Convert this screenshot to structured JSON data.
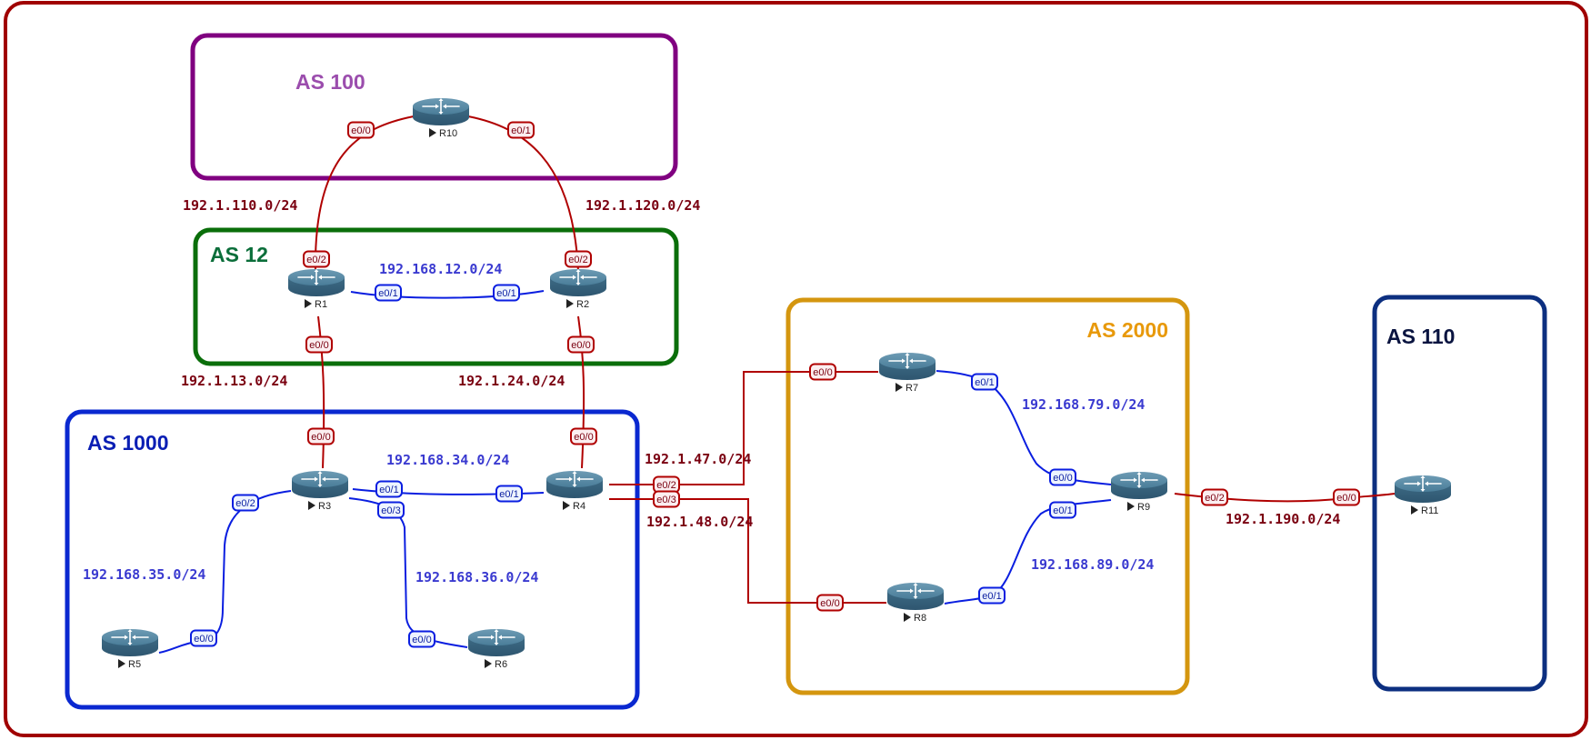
{
  "diagram": {
    "autonomous_systems": [
      {
        "id": "as100",
        "label": "AS 100",
        "color": "#800080",
        "text_color": "#9b4dad"
      },
      {
        "id": "as12",
        "label": "AS 12",
        "color": "#0a6e0a",
        "text_color": "#0b6e3a"
      },
      {
        "id": "as1000",
        "label": "AS 1000",
        "color": "#0a28d0",
        "text_color": "#0a1eb4"
      },
      {
        "id": "as2000",
        "label": "AS 2000",
        "color": "#d4960f",
        "text_color": "#e8990a"
      },
      {
        "id": "as110",
        "label": "AS 110",
        "color": "#0c2f80",
        "text_color": "#0a1440"
      }
    ],
    "outer_border_color": "#a00000",
    "routers": [
      {
        "id": "R10",
        "label": "R10"
      },
      {
        "id": "R1",
        "label": "R1"
      },
      {
        "id": "R2",
        "label": "R2"
      },
      {
        "id": "R3",
        "label": "R3"
      },
      {
        "id": "R4",
        "label": "R4"
      },
      {
        "id": "R5",
        "label": "R5"
      },
      {
        "id": "R6",
        "label": "R6"
      },
      {
        "id": "R7",
        "label": "R7"
      },
      {
        "id": "R8",
        "label": "R8"
      },
      {
        "id": "R9",
        "label": "R9"
      },
      {
        "id": "R11",
        "label": "R11"
      }
    ],
    "links": [
      {
        "a": "R10",
        "a_if": "e0/0",
        "b": "R1",
        "b_if": "e0/2",
        "subnet": "192.1.110.0/24",
        "type": "ebgp"
      },
      {
        "a": "R10",
        "a_if": "e0/1",
        "b": "R2",
        "b_if": "e0/2",
        "subnet": "192.1.120.0/24",
        "type": "ebgp"
      },
      {
        "a": "R1",
        "a_if": "e0/1",
        "b": "R2",
        "b_if": "e0/1",
        "subnet": "192.168.12.0/24",
        "type": "internal"
      },
      {
        "a": "R1",
        "a_if": "e0/0",
        "b": "R3",
        "b_if": "e0/0",
        "subnet": "192.1.13.0/24",
        "type": "ebgp"
      },
      {
        "a": "R2",
        "a_if": "e0/0",
        "b": "R4",
        "b_if": "e0/0",
        "subnet": "192.1.24.0/24",
        "type": "ebgp"
      },
      {
        "a": "R3",
        "a_if": "e0/1",
        "b": "R4",
        "b_if": "e0/1",
        "subnet": "192.168.34.0/24",
        "type": "internal"
      },
      {
        "a": "R3",
        "a_if": "e0/2",
        "b": "R5",
        "b_if": "e0/0",
        "subnet": "192.168.35.0/24",
        "type": "internal"
      },
      {
        "a": "R3",
        "a_if": "e0/3",
        "b": "R6",
        "b_if": "e0/0",
        "subnet": "192.168.36.0/24",
        "type": "internal"
      },
      {
        "a": "R4",
        "a_if": "e0/2",
        "b": "R7",
        "b_if": "e0/0",
        "subnet": "192.1.47.0/24",
        "type": "ebgp"
      },
      {
        "a": "R4",
        "a_if": "e0/3",
        "b": "R8",
        "b_if": "e0/0",
        "subnet": "192.1.48.0/24",
        "type": "ebgp"
      },
      {
        "a": "R7",
        "a_if": "e0/1",
        "b": "R9",
        "b_if": "e0/0",
        "subnet": "192.168.79.0/24",
        "type": "internal"
      },
      {
        "a": "R8",
        "a_if": "e0/1",
        "b": "R9",
        "b_if": "e0/1",
        "subnet": "192.168.89.0/24",
        "type": "internal"
      },
      {
        "a": "R9",
        "a_if": "e0/2",
        "b": "R11",
        "b_if": "e0/0",
        "subnet": "192.1.190.0/24",
        "type": "ebgp"
      }
    ],
    "colors": {
      "ebgp_link": "#b00000",
      "ebgp_text": "#7a0010",
      "internal_link": "#0a1ee0",
      "internal_text": "#3a3ad0",
      "tag_fill": "#eef4ff"
    }
  }
}
